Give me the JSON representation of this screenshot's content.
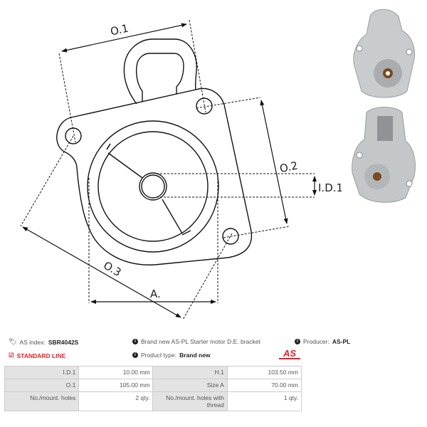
{
  "drawing": {
    "labels": {
      "o1": "O.1",
      "o2": "O.2",
      "o3": "O.3",
      "id1": "I.D.1",
      "a": "A."
    }
  },
  "info": {
    "as_index_label": "AS index:",
    "as_index_value": "SBR4042S",
    "line": "STANDARD LINE",
    "description": "Brand new AS-PL Starter motor D.E. bracket",
    "product_type_label": "Product type:",
    "product_type_value": "Brand new",
    "producer_label": "Producer:",
    "producer_value": "AS-PL",
    "logo_text": "AS",
    "accent_color": "#e3202a"
  },
  "specs": [
    {
      "k1": "I.D.1",
      "v1": "10.00 mm",
      "k2": "H.1",
      "v2": "103.50 mm"
    },
    {
      "k1": "O.1",
      "v1": "105.00 mm",
      "k2": "Size A",
      "v2": "70.00 mm"
    },
    {
      "k1": "No./mount. holes",
      "v1": "2 qty.",
      "k2": "No./mount. holes with thread",
      "v2": "1 qty."
    }
  ]
}
